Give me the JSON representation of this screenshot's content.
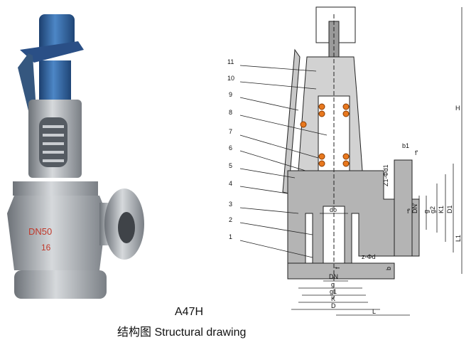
{
  "photo": {
    "body_marking_size": "DN50",
    "body_marking_pressure": "16"
  },
  "part_numbers": [
    "1",
    "2",
    "3",
    "4",
    "5",
    "6",
    "7",
    "8",
    "9",
    "10",
    "11"
  ],
  "dimensions": {
    "height": "H",
    "outlet_flange_thickness": "b1",
    "outlet_raised_face": "f'",
    "outlet_bolts": "Z1-Φd1",
    "outlet_bore": "DN'",
    "outlet_g": "g",
    "outlet_g2": "g2",
    "outlet_K1": "K1",
    "outlet_D1": "D1",
    "outlet_L1": "L1",
    "seat_bore": "do",
    "inlet_bore": "DN",
    "inlet_g": "g",
    "inlet_g1": "g1",
    "inlet_K": "K",
    "inlet_D": "D",
    "inlet_L": "L",
    "inlet_f": "f",
    "inlet_bolts": "z-Φd",
    "inlet_b": "b",
    "outlet_f": "f'"
  },
  "caption": {
    "model": "A47H",
    "title": "结构图  Structural drawing"
  },
  "colors": {
    "valve_body": "#a8adb3",
    "cap_blue": "#2f5f9a",
    "spring": "#e8781e",
    "section_fill": "#b4b4b4"
  }
}
